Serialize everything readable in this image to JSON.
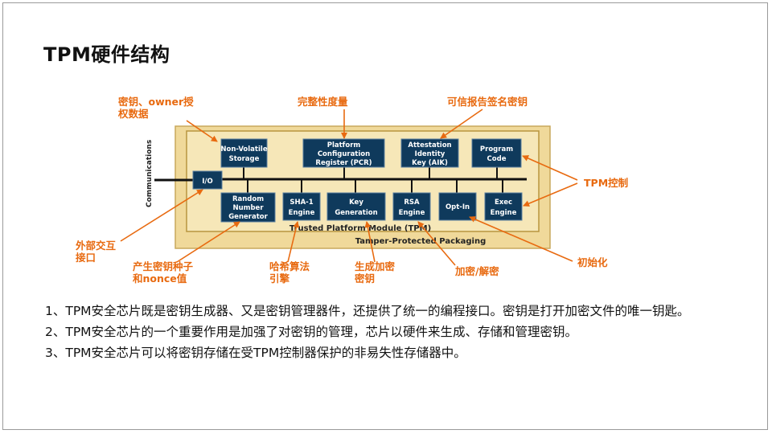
{
  "title": "TPM硬件结构",
  "diagram": {
    "comm_label": "Communications",
    "io_label": "I/O",
    "tpm_label": "Trusted Platform Module (TPM)",
    "packaging_label": "Tamper-Protected Packaging",
    "boxes": {
      "nvs": [
        "Non-Volatile",
        "Storage"
      ],
      "pcr": [
        "Platform",
        "Configuration",
        "Register (PCR)"
      ],
      "aik": [
        "Attestation",
        "Identity",
        "Key (AIK)"
      ],
      "code": [
        "Program",
        "Code"
      ],
      "rng": [
        "Random",
        "Number",
        "Generator"
      ],
      "sha": [
        "SHA-1",
        "Engine"
      ],
      "keygen": [
        "Key",
        "Generation"
      ],
      "rsa": [
        "RSA",
        "Engine"
      ],
      "optin": [
        "Opt-In"
      ],
      "exec": [
        "Exec",
        "Engine"
      ]
    },
    "callouts": {
      "key_owner": [
        "密钥、owner授",
        "权数据"
      ],
      "integrity": [
        "完整性度量"
      ],
      "report_key": [
        "可信报告签名密钥"
      ],
      "control": [
        "TPM控制"
      ],
      "io_ext": [
        "外部交互",
        "接口"
      ],
      "seed": [
        "产生密钥种子",
        "和nonce值"
      ],
      "hash": [
        "哈希算法",
        "引擎"
      ],
      "gen_key": [
        "生成加密",
        "密钥"
      ],
      "crypt": [
        "加密/解密"
      ],
      "init": [
        "初始化"
      ]
    },
    "colors": {
      "box_fill": "#0f3a5c",
      "outer_fill": "#f0d99a",
      "inner_fill": "#f6e7b8",
      "callout": "#e86a10"
    }
  },
  "paragraphs": [
    "1、TPM安全芯片既是密钥生成器、又是密钥管理器件，还提供了统一的编程接口。密钥是打开加密文件的唯一钥匙。",
    "2、TPM安全芯片的一个重要作用是加强了对密钥的管理，芯片以硬件来生成、存储和管理密钥。",
    "3、TPM安全芯片可以将密钥存储在受TPM控制器保护的非易失性存储器中。"
  ]
}
